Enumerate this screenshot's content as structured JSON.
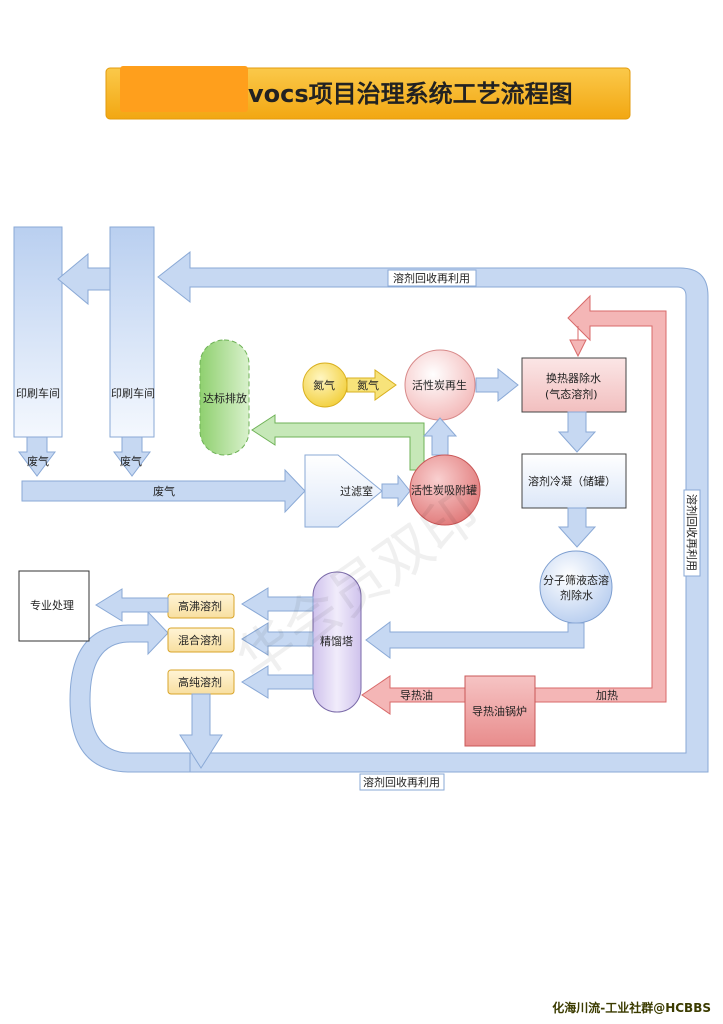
{
  "title": "vocs项目治理系统工艺流程图",
  "colors": {
    "title_bg": "#f7b51e",
    "title_mask": "#ff9f1c",
    "blue_arrow": "#c6d8f2",
    "blue_stroke": "#8aa9d6",
    "red_arrow": "#f4b6b6",
    "red_stroke": "#d86a6a",
    "green_arrow": "#c6e8b8",
    "green_stroke": "#6fb257"
  },
  "nodes": {
    "workshop_1": "印刷车间",
    "workshop_2": "印刷车间",
    "exhaust_1": "废气",
    "exhaust_2": "废气",
    "exhaust_main": "废气",
    "compliance": "达标排放",
    "nitrogen_source": "氮气",
    "nitrogen_flow": "氮气",
    "regeneration": "活性炭再生",
    "heat_exchanger_line1": "换热器除水",
    "heat_exchanger_line2": "(气态溶剂)",
    "condense": "溶剂冷凝（储罐）",
    "filter_room": "过滤室",
    "adsorption": "活性炭吸附罐",
    "sieve_line1": "分子筛液态溶",
    "sieve_line2": "剂除水",
    "pro_treatment": "专业处理",
    "high_boiling": "高沸溶剂",
    "mixed": "混合溶剂",
    "high_purity": "高纯溶剂",
    "rectifier": "精馏塔",
    "heat_oil": "导热油",
    "boiler": "导热油锅炉",
    "heating": "加热",
    "recycle_top": "溶剂回收再利用",
    "recycle_right": "溶剂回收再利用",
    "recycle_bottom": "溶剂回收再利用"
  },
  "watermark": "华会员双印",
  "footer": "化海川流-工业社群@HCBBS"
}
